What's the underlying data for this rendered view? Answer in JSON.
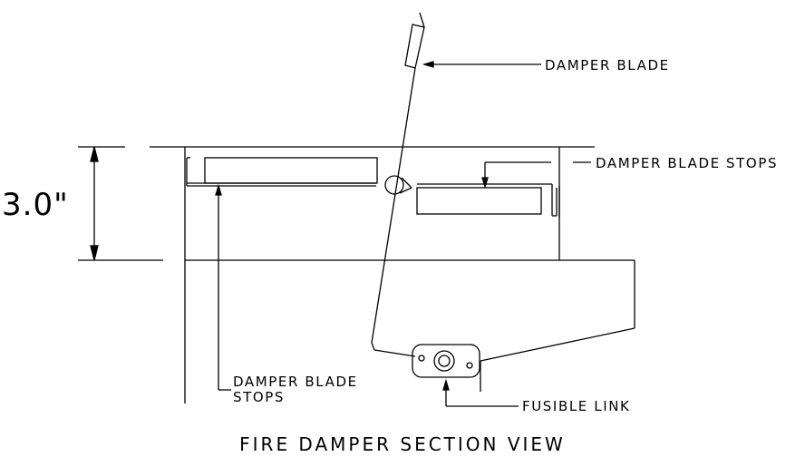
{
  "labels": {
    "damper_blade": "DAMPER BLADE",
    "damper_blade_stops_right": "DAMPER BLADE STOPS",
    "damper_blade_stops_left_line1": "DAMPER BLADE",
    "damper_blade_stops_left_line2": "STOPS",
    "fusible_link": "FUSIBLE LINK"
  },
  "dimension": {
    "value": "3.0\""
  },
  "title": "FIRE DAMPER SECTION VIEW",
  "colors": {
    "line": "#000000",
    "background": "#ffffff"
  }
}
